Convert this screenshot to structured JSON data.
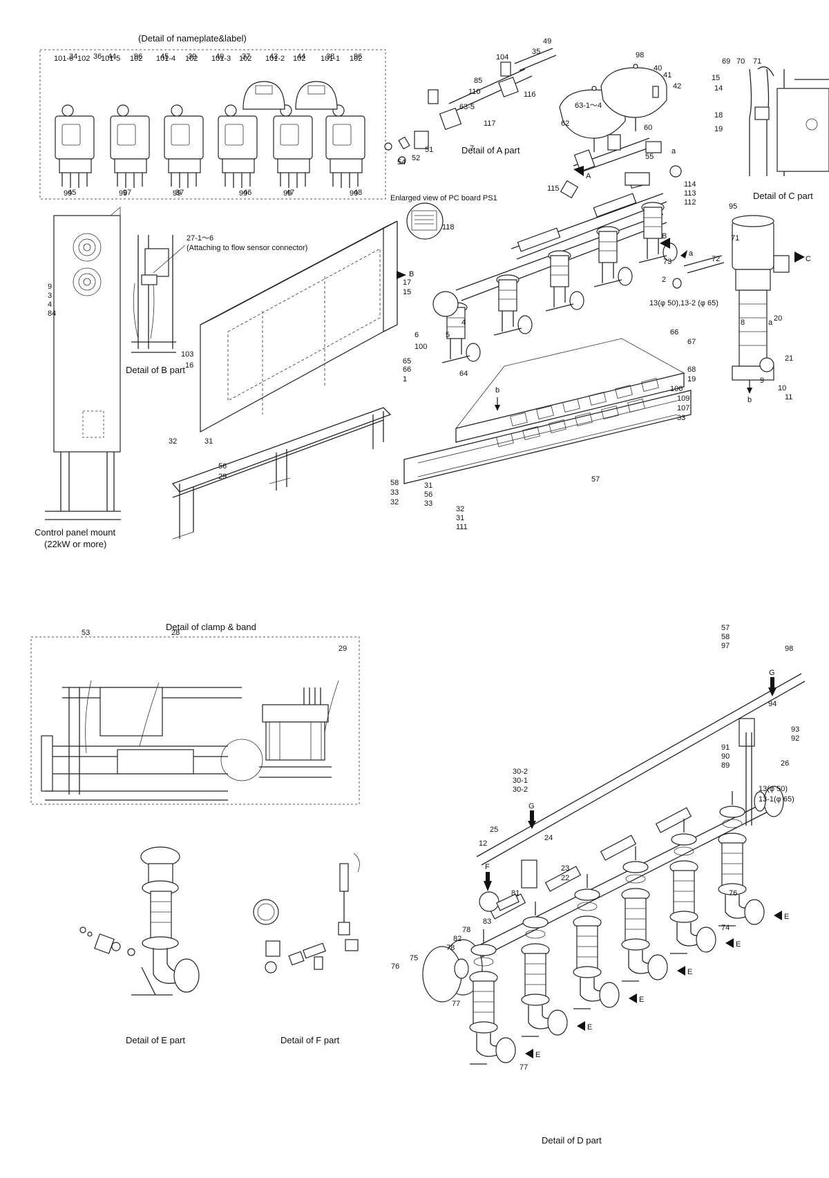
{
  "captions": {
    "nameplate": "(Detail of nameplate&label)",
    "a_part": "Detail of A part",
    "pc_board": "Enlarged view of PC board PS1",
    "c_part": "Detail of C part",
    "b_part": "Detail of B part",
    "flow_sensor_1": "27-1～6",
    "flow_sensor_2": "(Attaching to flow sensor connector)",
    "control_panel_1": "Control panel mount",
    "control_panel_2": "(22kW or more)",
    "clamp": "Detail of clamp & band",
    "e_part": "Detail of E part",
    "f_part": "Detail of F part",
    "d_part": "Detail of D part",
    "phi_1": "13(φ 50),13-2 (φ 65)",
    "phi_2": "13(φ 50)",
    "phi_3": "13-1(φ 65)"
  },
  "arrows": {
    "A": "A",
    "B": "B",
    "C": "C",
    "E": "E",
    "F": "F",
    "G": "G",
    "a": "a",
    "b": "b"
  },
  "nameplate_labels": [
    "101-6",
    "102",
    "101-5",
    "102",
    "101-4",
    "102",
    "101-3",
    "102",
    "101-2",
    "102",
    "101-1",
    "102",
    "99",
    "99",
    "99",
    "99",
    "99",
    "99"
  ],
  "part_labels": [
    "34",
    "36",
    "44",
    "96",
    "45",
    "39",
    "40",
    "37",
    "43",
    "44",
    "38",
    "96",
    "45",
    "97",
    "37",
    "46",
    "47",
    "48",
    "49",
    "35",
    "104",
    "98",
    "40",
    "41",
    "42",
    "85",
    "116",
    "110",
    "117",
    "63-1～4",
    "62",
    "60",
    "63-5",
    "7",
    "51",
    "52",
    "54",
    "55",
    "a",
    "115",
    "114",
    "113",
    "112",
    "118",
    "69",
    "70",
    "71",
    "15",
    "14",
    "18",
    "19",
    "95",
    "71",
    "72",
    "73",
    "2",
    "8",
    "9",
    "3",
    "4",
    "84",
    "103",
    "16",
    "17",
    "15",
    "4",
    "5",
    "6",
    "100",
    "64",
    "65",
    "66",
    "1",
    "66",
    "67",
    "68",
    "19",
    "20",
    "21",
    "9",
    "10",
    "11",
    "106",
    "109",
    "107",
    "33",
    "32",
    "31",
    "56",
    "29",
    "57",
    "58",
    "33",
    "32",
    "31",
    "56",
    "33",
    "32",
    "31",
    "111",
    "53",
    "28",
    "29",
    "57",
    "58",
    "97",
    "98",
    "94",
    "93",
    "92",
    "91",
    "90",
    "89",
    "30-2",
    "30-1",
    "30-2",
    "12",
    "25",
    "26",
    "24",
    "23",
    "22",
    "81",
    "83",
    "78",
    "82",
    "78",
    "76",
    "75",
    "77",
    "77",
    "76",
    "74"
  ]
}
